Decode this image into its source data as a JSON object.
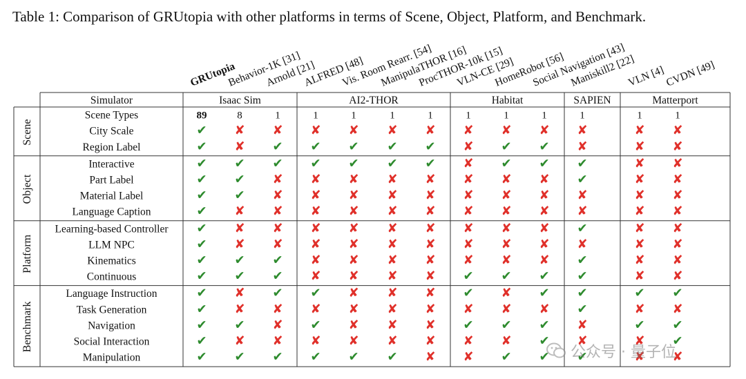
{
  "caption": "Table 1: Comparison of GRUtopia with other platforms in terms of Scene, Object, Platform, and Benchmark.",
  "columns": [
    {
      "name": "GRUtopia",
      "bold": true
    },
    {
      "name": "Behavior-1K [31]"
    },
    {
      "name": "Arnold [21]"
    },
    {
      "name": "ALFRED [48]"
    },
    {
      "name": "Vis. Room Rearr. [54]"
    },
    {
      "name": "ManipulaTHOR [16]"
    },
    {
      "name": "ProcTHOR-10k [15]"
    },
    {
      "name": "VLN-CE [29]"
    },
    {
      "name": "HomeRobot [56]"
    },
    {
      "name": "Social Navigation [43]"
    },
    {
      "name": "Maniskill2 [22]"
    },
    {
      "name": "VLN [4]"
    },
    {
      "name": "CVDN [49]"
    }
  ],
  "simulator_header": "Simulator",
  "simulators": [
    {
      "name": "Isaac Sim",
      "span": [
        0,
        2
      ]
    },
    {
      "name": "AI2-THOR",
      "span": [
        3,
        6
      ]
    },
    {
      "name": "Habitat",
      "span": [
        7,
        9
      ]
    },
    {
      "name": "SAPIEN",
      "span": [
        10,
        10
      ]
    },
    {
      "name": "Matterport",
      "span": [
        11,
        12
      ]
    }
  ],
  "groups": [
    {
      "name": "Scene",
      "rows": [
        {
          "label": "Scene Types",
          "values": [
            "89",
            "8",
            "1",
            "1",
            "1",
            "1",
            "1",
            "1",
            "1",
            "1",
            "1",
            "1",
            "1"
          ]
        },
        {
          "label": "City Scale",
          "values": [
            "Y",
            "N",
            "N",
            "N",
            "N",
            "N",
            "N",
            "N",
            "N",
            "N",
            "N",
            "N",
            "N"
          ]
        },
        {
          "label": "Region Label",
          "values": [
            "Y",
            "N",
            "Y",
            "Y",
            "Y",
            "Y",
            "Y",
            "N",
            "Y",
            "Y",
            "N",
            "N",
            "N"
          ]
        }
      ]
    },
    {
      "name": "Object",
      "rows": [
        {
          "label": "Interactive",
          "values": [
            "Y",
            "Y",
            "Y",
            "Y",
            "Y",
            "Y",
            "Y",
            "N",
            "Y",
            "Y",
            "Y",
            "N",
            "N"
          ]
        },
        {
          "label": "Part Label",
          "values": [
            "Y",
            "Y",
            "N",
            "N",
            "N",
            "N",
            "N",
            "N",
            "N",
            "N",
            "Y",
            "N",
            "N"
          ]
        },
        {
          "label": "Material Label",
          "values": [
            "Y",
            "Y",
            "N",
            "N",
            "N",
            "N",
            "N",
            "N",
            "N",
            "N",
            "N",
            "N",
            "N"
          ]
        },
        {
          "label": "Language Caption",
          "values": [
            "Y",
            "N",
            "N",
            "N",
            "N",
            "N",
            "N",
            "N",
            "N",
            "N",
            "N",
            "N",
            "N"
          ]
        }
      ]
    },
    {
      "name": "Platform",
      "rows": [
        {
          "label": "Learning-based Controller",
          "values": [
            "Y",
            "N",
            "N",
            "N",
            "N",
            "N",
            "N",
            "N",
            "N",
            "N",
            "Y",
            "N",
            "N"
          ]
        },
        {
          "label": "LLM NPC",
          "values": [
            "Y",
            "N",
            "N",
            "N",
            "N",
            "N",
            "N",
            "N",
            "N",
            "N",
            "N",
            "N",
            "N"
          ]
        },
        {
          "label": "Kinematics",
          "values": [
            "Y",
            "Y",
            "Y",
            "N",
            "N",
            "N",
            "N",
            "N",
            "N",
            "N",
            "Y",
            "N",
            "N"
          ]
        },
        {
          "label": "Continuous",
          "values": [
            "Y",
            "Y",
            "Y",
            "N",
            "N",
            "N",
            "N",
            "Y",
            "Y",
            "Y",
            "Y",
            "N",
            "N"
          ]
        }
      ]
    },
    {
      "name": "Benchmark",
      "rows": [
        {
          "label": "Language Instruction",
          "values": [
            "Y",
            "N",
            "Y",
            "Y",
            "N",
            "N",
            "N",
            "Y",
            "N",
            "Y",
            "Y",
            "Y",
            "Y"
          ]
        },
        {
          "label": "Task Generation",
          "values": [
            "Y",
            "N",
            "N",
            "N",
            "N",
            "N",
            "N",
            "N",
            "N",
            "N",
            "Y",
            "N",
            "N"
          ]
        },
        {
          "label": "Navigation",
          "values": [
            "Y",
            "Y",
            "N",
            "Y",
            "N",
            "N",
            "N",
            "Y",
            "Y",
            "Y",
            "N",
            "Y",
            "Y"
          ]
        },
        {
          "label": "Social Interaction",
          "values": [
            "Y",
            "N",
            "N",
            "N",
            "N",
            "N",
            "N",
            "N",
            "N",
            "Y",
            "N",
            "N",
            "Y"
          ]
        },
        {
          "label": "Manipulation",
          "values": [
            "Y",
            "Y",
            "Y",
            "Y",
            "Y",
            "Y",
            "N",
            "N",
            "Y",
            "Y",
            "Y",
            "N",
            "N"
          ]
        }
      ]
    }
  ],
  "symbols": {
    "Y": "✔",
    "N": "✘"
  },
  "colors": {
    "check": "#2e8b2e",
    "cross": "#e0302a",
    "rule": "#333333"
  },
  "watermark": "公众号 · 量子位"
}
